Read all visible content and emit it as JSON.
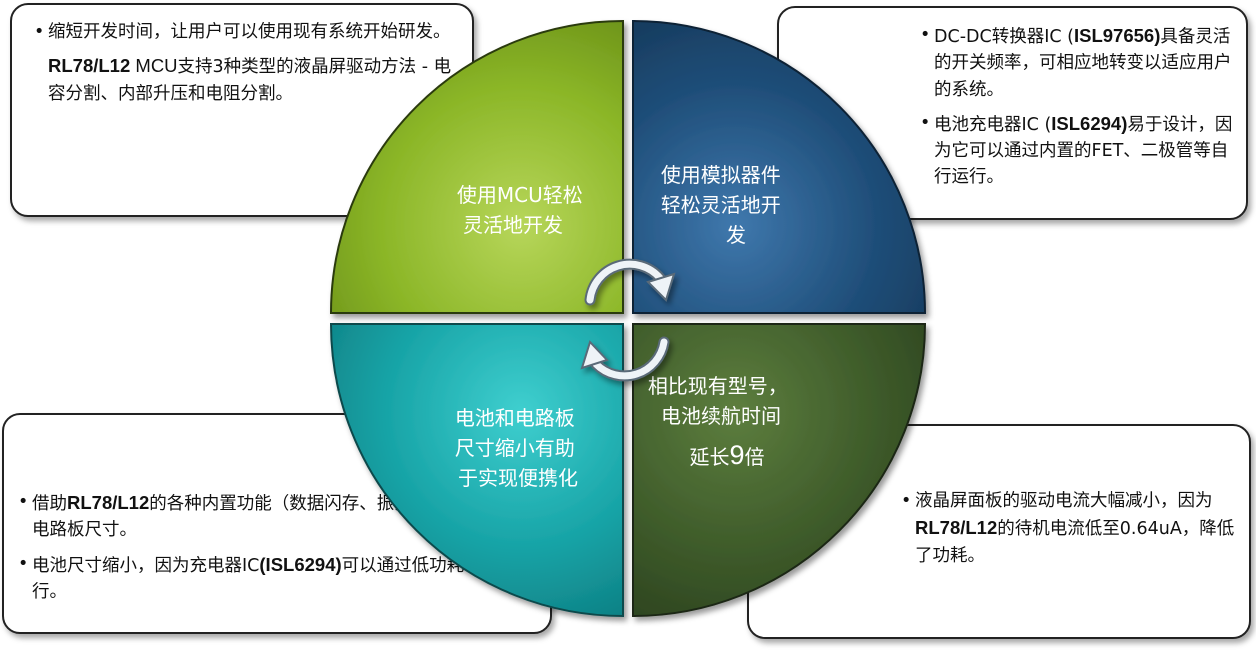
{
  "callouts": {
    "top_left": {
      "p1": "缩短开发时间，让用户可以使用现有系统开始研发。",
      "p2_bold": "RL78/L12",
      "p2_rest_latin": " MCU",
      "p2_rest": "支持3种类型的液晶屏驱动方法 - 电容分割、内部升压和电阻分割。"
    },
    "top_right": {
      "b1_prefix": "DC-DC转换器IC (",
      "b1_bold": "ISL97656)",
      "b1_rest": "具备灵活的开关频率，可相应地转变以适应用户的系统。",
      "b2_prefix": "电池充电器IC (",
      "b2_bold": "ISL6294)",
      "b2_rest": "易于设计，因为它可以通过内置的FET、二极管等自行运行。"
    },
    "bottom_left": {
      "b1_prefix": "借助",
      "b1_bold": "RL78/L12",
      "b1_rest": "的各种内置功能（数据闪存、振荡电路等）缩小了电路板尺寸。",
      "b2_prefix": "电池尺寸缩小，因为充电器IC",
      "b2_bold": "(ISL6294)",
      "b2_rest": "可以通过低功耗系统运行。"
    },
    "bottom_right": {
      "b1_prefix": "液晶屏面板的驱动电流大幅减小，因为",
      "b1_bold": "RL78/L12",
      "b1_rest": "的待机电流低至0.64uA，降低了功耗。"
    }
  },
  "quadrants": {
    "top_left": {
      "line1": "使用MCU轻松",
      "line2": "灵活地开发",
      "color": "#8bb627"
    },
    "top_right": {
      "line1": "使用模拟器件",
      "line2": "轻松灵活地开",
      "line3": "发",
      "color": "#1f4e79"
    },
    "bottom_left": {
      "line1": "电池和电路板",
      "line2": "尺寸缩小有助",
      "line3": "于实现便携化",
      "color": "#1aa3a6"
    },
    "bottom_right": {
      "line1": "相比现有型号，",
      "line2": "电池续航时间",
      "line3_a": "延长",
      "line3_num": "9",
      "line3_b": "倍",
      "color": "#3e5b2a"
    }
  }
}
